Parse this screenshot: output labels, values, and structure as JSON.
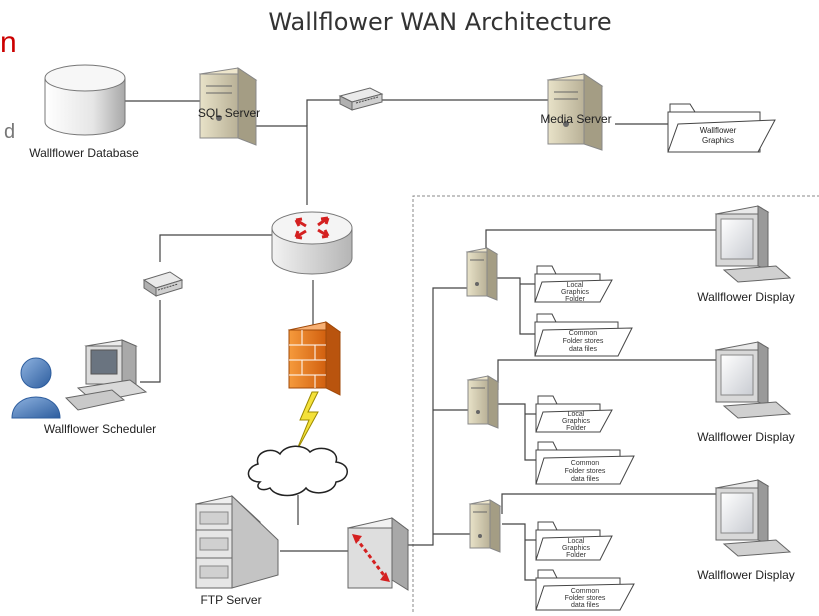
{
  "title": "Wallflower WAN Architecture",
  "edge_fragments": {
    "top": "n",
    "middle": "d"
  },
  "nodes": {
    "database": "Wallflower Database",
    "sql_server": "SQL Server",
    "media_server": "Media Server",
    "graphics_folder": [
      "Wallflower",
      "Graphics"
    ],
    "scheduler": "Wallflower Scheduler",
    "ftp_server": "FTP Server"
  },
  "display_groups": [
    {
      "local_folder": [
        "Local",
        "Graphics",
        "Folder"
      ],
      "common_folder": [
        "Common",
        "Folder stores",
        "data files"
      ],
      "display": "Wallflower Display"
    },
    {
      "local_folder": [
        "Local",
        "Graphics",
        "Folder"
      ],
      "common_folder": [
        "Common",
        "Folder stores",
        "data files"
      ],
      "display": "Wallflower Display"
    },
    {
      "local_folder": [
        "Local",
        "Graphics",
        "Folder"
      ],
      "common_folder": [
        "Common",
        "Folder stores",
        "data files"
      ],
      "display": "Wallflower Display"
    }
  ],
  "colors": {
    "firewall": "#e8701a",
    "lightning": "#f4e13a",
    "router_arrows": "#d42020",
    "user": "#4a7bbf",
    "edge_text": "#cc0000"
  }
}
